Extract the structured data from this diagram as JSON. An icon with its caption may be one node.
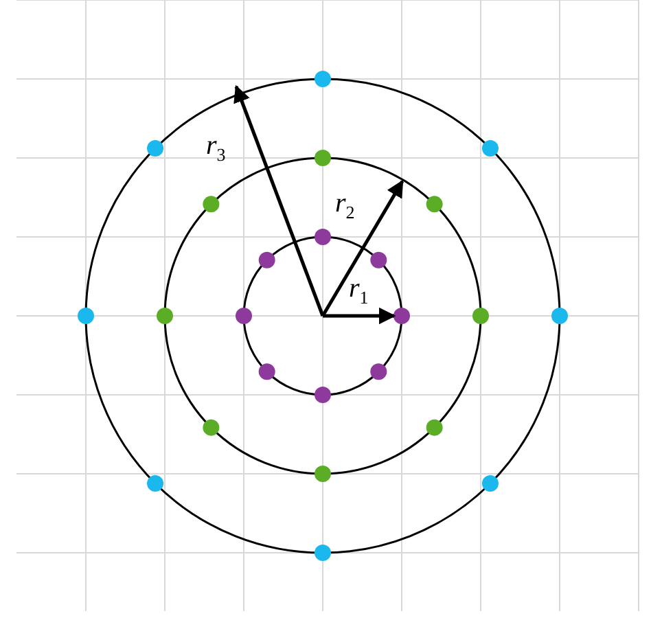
{
  "diagram": {
    "labels": [
      "*r*$_{3}$",
      "*r*$_{2}$",
      "*r*$_{1}$"
    ]
  }
}
